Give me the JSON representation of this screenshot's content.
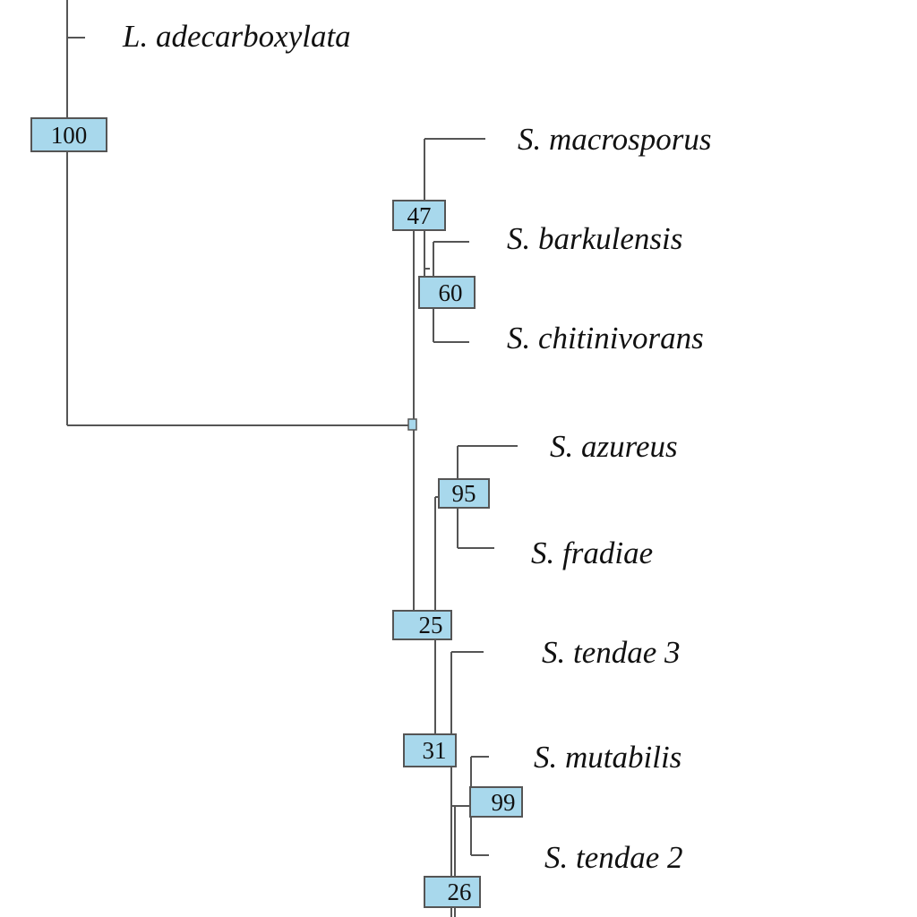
{
  "tree": {
    "taxa": [
      {
        "id": "t_adecarboxylata",
        "label": "L. adecarboxylata"
      },
      {
        "id": "t_macrosporus",
        "label": "S. macrosporus"
      },
      {
        "id": "t_barkulensis",
        "label": "S. barkulensis"
      },
      {
        "id": "t_chitinivorans",
        "label": "S. chitinivorans"
      },
      {
        "id": "t_azureus",
        "label": "S. azureus"
      },
      {
        "id": "t_fradiae",
        "label": "S. fradiae"
      },
      {
        "id": "t_tendae3",
        "label": "S. tendae 3"
      },
      {
        "id": "t_mutabilis",
        "label": "S. mutabilis"
      },
      {
        "id": "t_tendae2",
        "label": "S. tendae 2"
      }
    ],
    "bootstrap_values": [
      {
        "id": "n100",
        "value": "100"
      },
      {
        "id": "n47",
        "value": "47"
      },
      {
        "id": "n60",
        "value": "60"
      },
      {
        "id": "n95",
        "value": "95"
      },
      {
        "id": "n25",
        "value": "25"
      },
      {
        "id": "n31",
        "value": "31"
      },
      {
        "id": "n99",
        "value": "99"
      },
      {
        "id": "n26",
        "value": "26"
      }
    ]
  },
  "colors": {
    "bootstrap_box_fill": "#a8d8ec",
    "branch_stroke": "#555555",
    "text": "#111111"
  }
}
